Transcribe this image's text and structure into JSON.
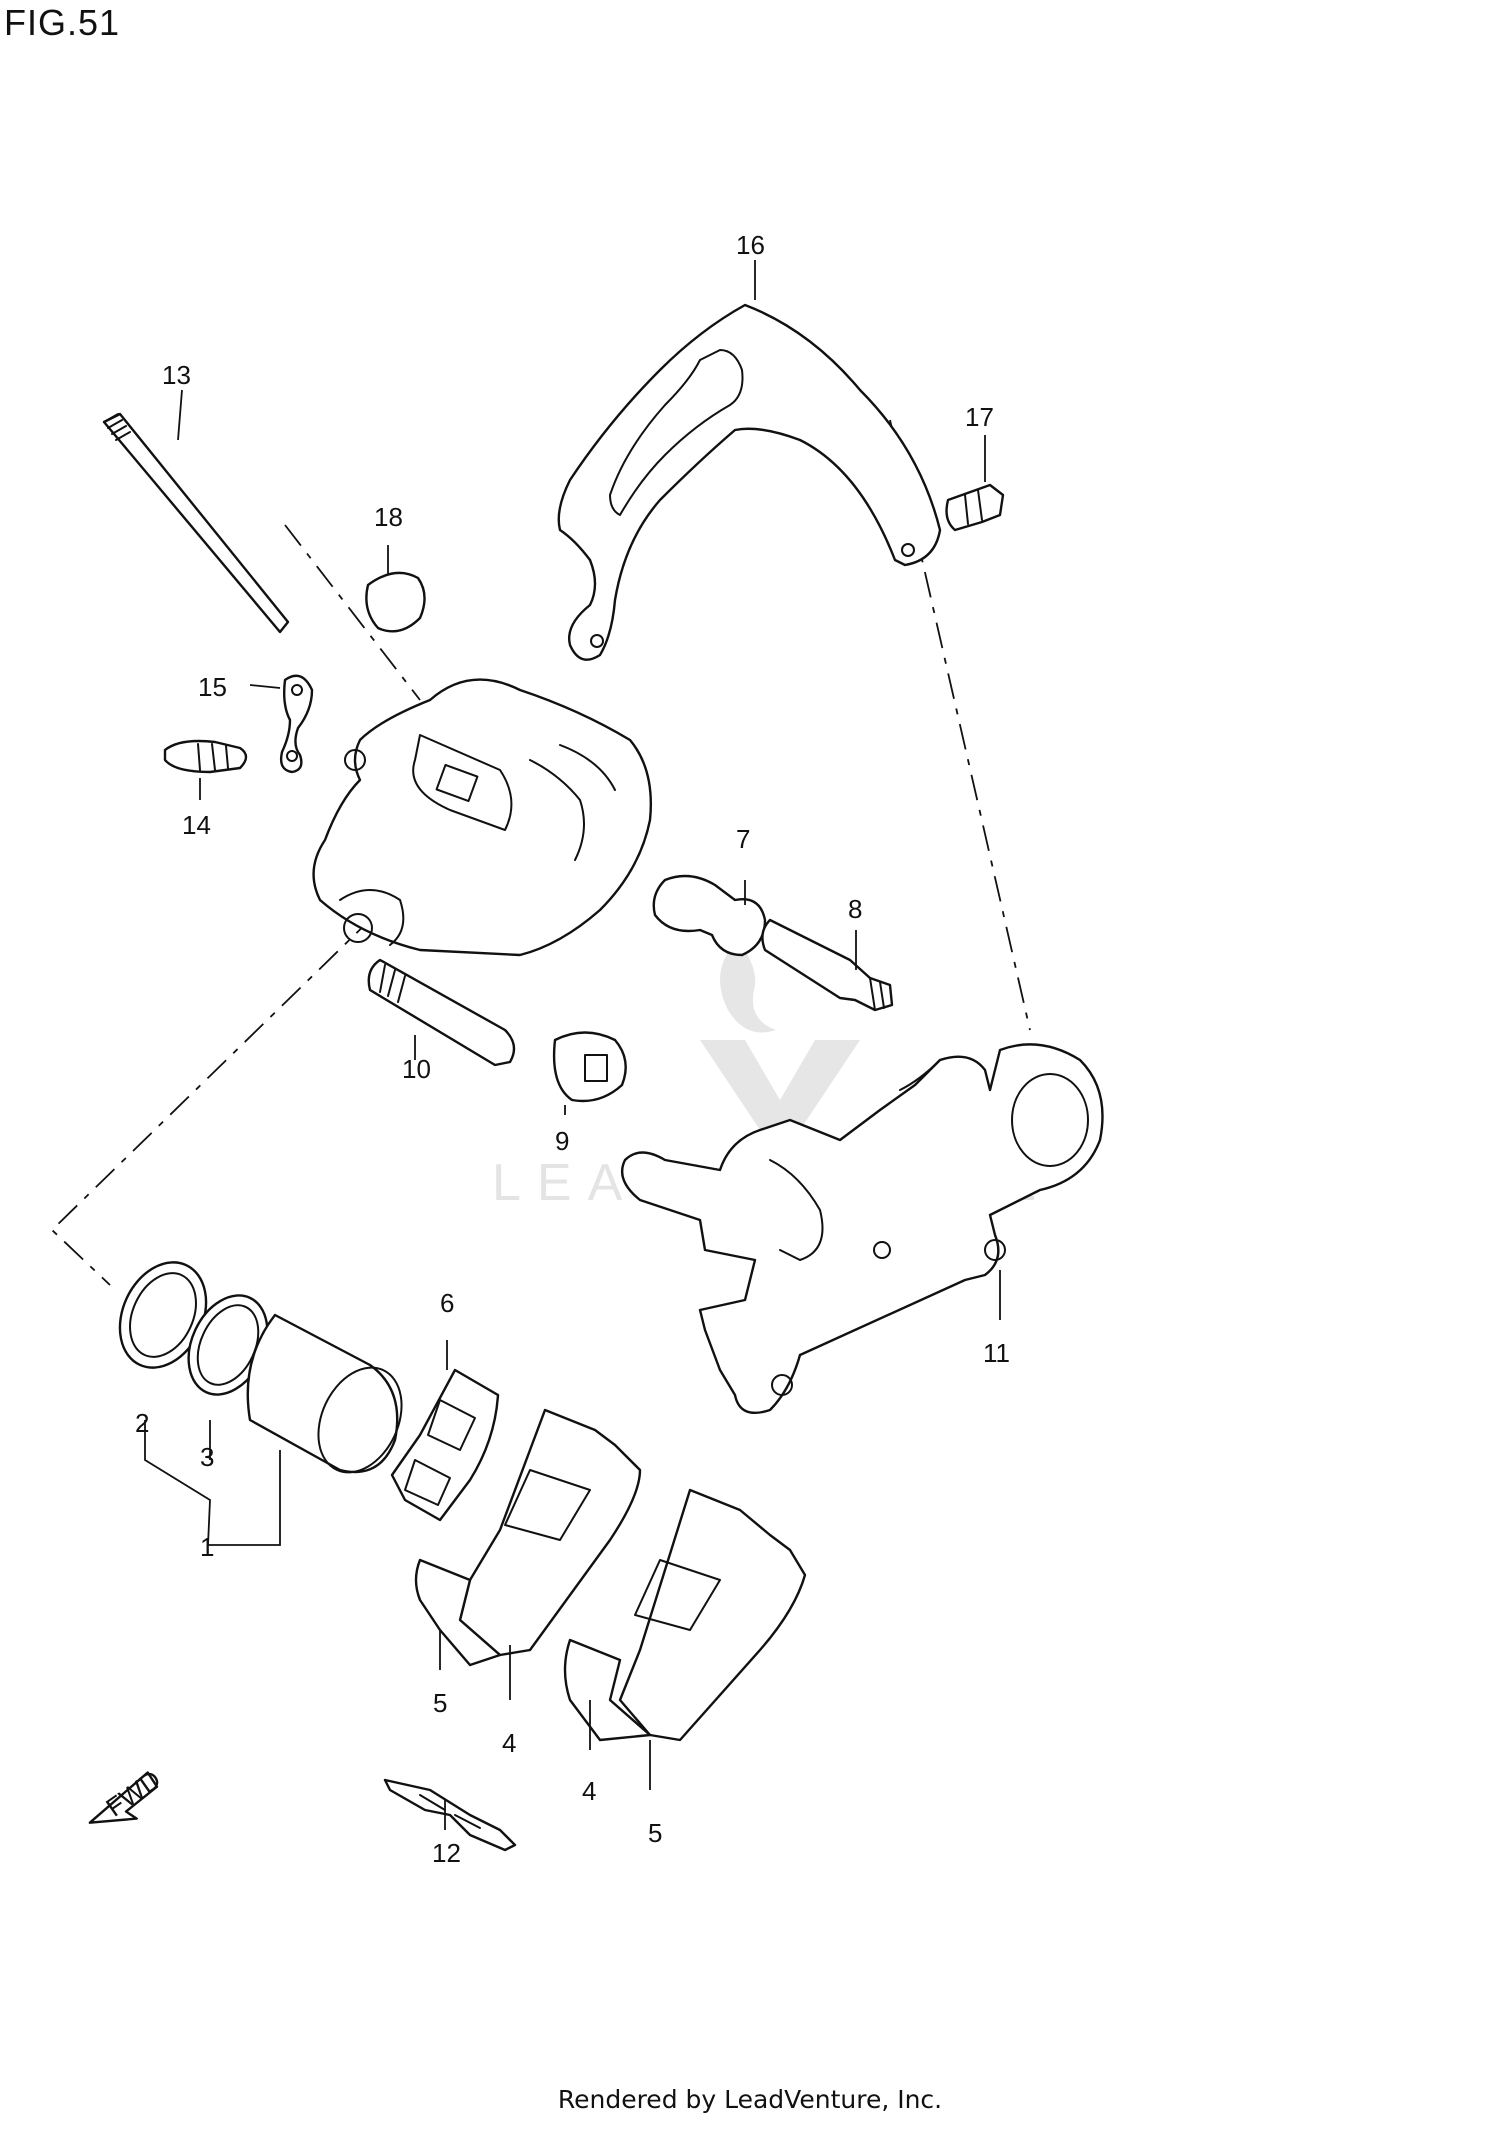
{
  "figure": {
    "title": "FIG.51"
  },
  "watermark": {
    "text": "LEADVENTURE"
  },
  "direction_arrow": {
    "label": "FWD"
  },
  "footer": {
    "text": "Rendered by LeadVenture, Inc."
  },
  "callouts": [
    "1",
    "2",
    "3",
    "4",
    "4",
    "5",
    "5",
    "6",
    "7",
    "8",
    "9",
    "10",
    "11",
    "12",
    "13",
    "14",
    "15",
    "16",
    "17",
    "18"
  ],
  "colors": {
    "line": "#111111",
    "background": "#ffffff",
    "watermark": "#e4e4e4"
  }
}
